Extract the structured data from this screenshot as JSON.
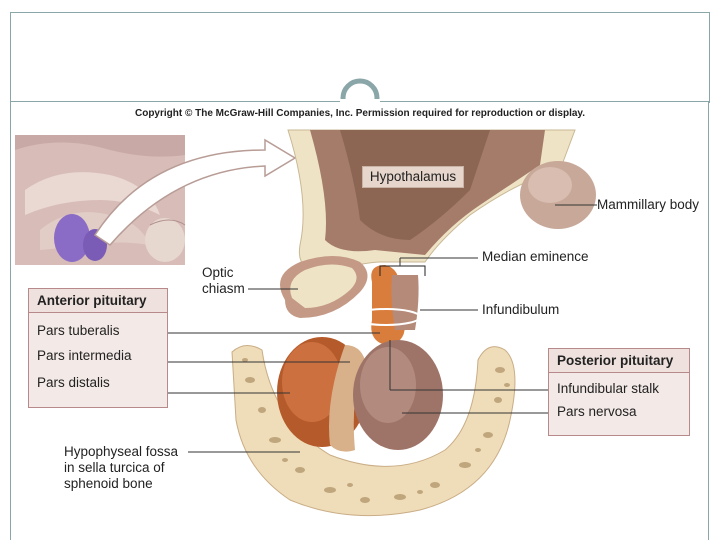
{
  "copyright": "Copyright © The McGraw-Hill Companies, Inc. Permission required for reproduction or display.",
  "labels": {
    "hypothalamus": "Hypothalamus",
    "mammillary_body": "Mammillary body",
    "median_eminence": "Median eminence",
    "optic_chiasm_line1": "Optic",
    "optic_chiasm_line2": "chiasm",
    "infundibulum": "Infundibulum",
    "fossa_line1": "Hypophyseal fossa",
    "fossa_line2": "in sella turcica of",
    "fossa_line3": "sphenoid bone"
  },
  "anterior_box": {
    "title": "Anterior pituitary",
    "items": [
      "Pars tuberalis",
      "Pars intermedia",
      "Pars distalis"
    ]
  },
  "posterior_box": {
    "title": "Posterior pituitary",
    "items": [
      "Infundibular stalk",
      "Pars nervosa"
    ]
  }
}
